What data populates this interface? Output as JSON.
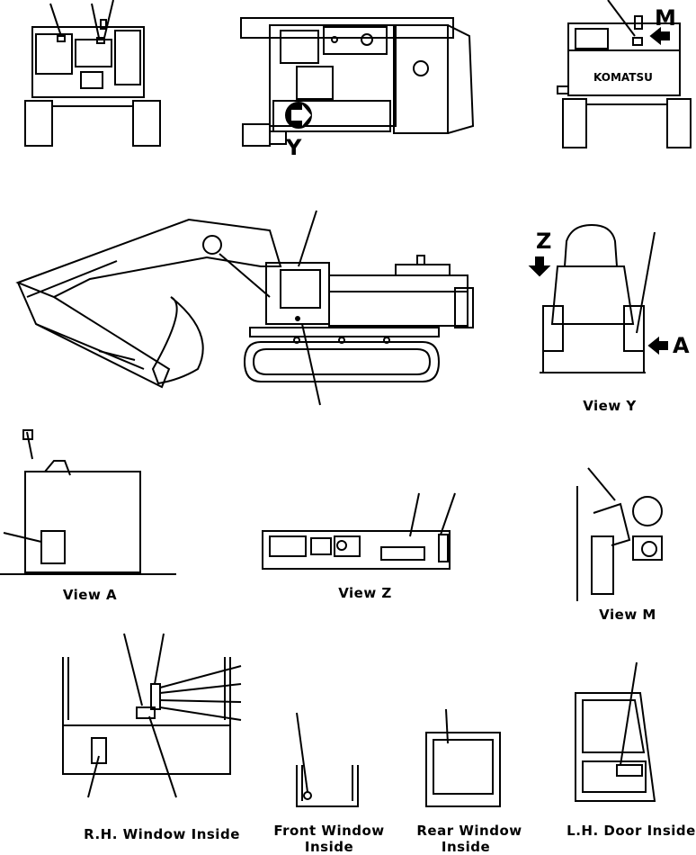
{
  "views": {
    "view_y": "View  Y",
    "view_a": "View  A",
    "view_z": "View  Z",
    "view_m": "View  M",
    "rh_window": "R.H.  Window  Inside",
    "front_window_line1": "Front  Window",
    "front_window_line2": "Inside",
    "rear_window_line1": "Rear  Window",
    "rear_window_line2": "Inside",
    "lh_door": "L.H.  Door  Inside"
  },
  "markers": {
    "m": "M",
    "y": "Y",
    "z": "Z",
    "a": "A"
  },
  "brand": "KOMATSU"
}
